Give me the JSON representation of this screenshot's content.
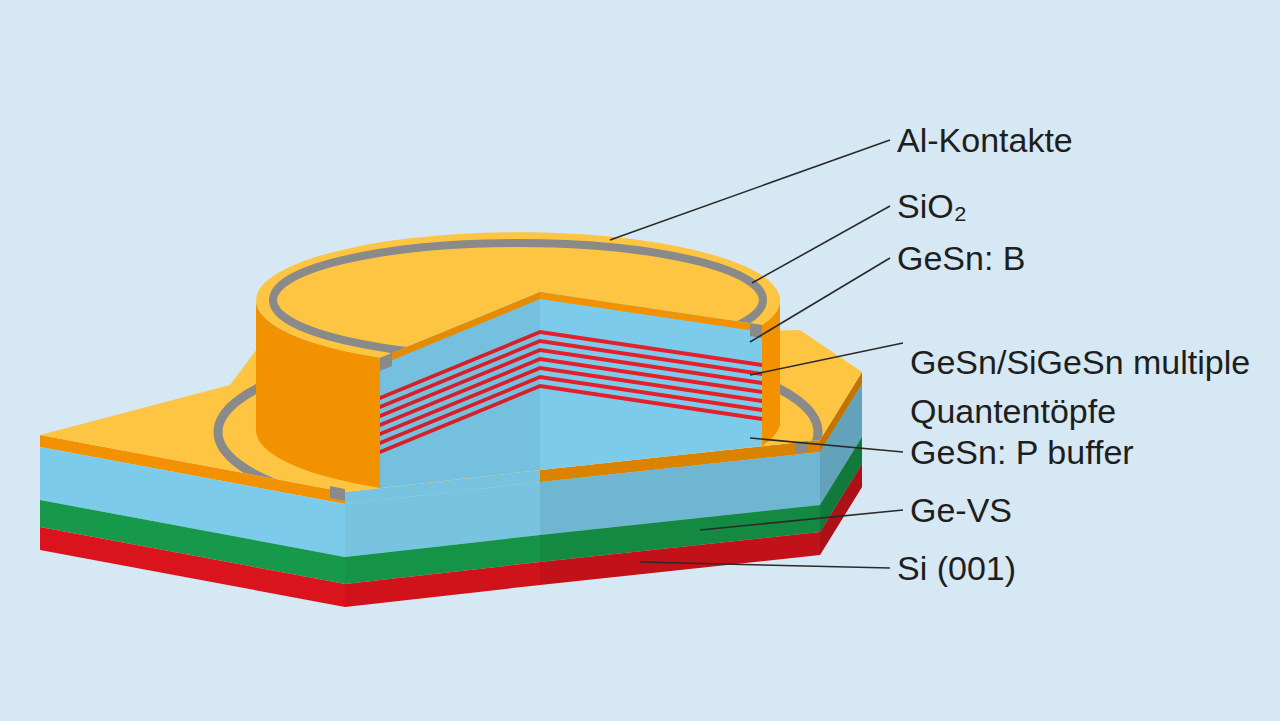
{
  "diagram": {
    "labels": [
      "Al-Kontakte",
      "SiO₂",
      "GeSn: B",
      "GeSn/SiGeSn multiple Quantentöpfe",
      "GeSn: P buffer",
      "Ge-VS",
      "Si (001)"
    ]
  }
}
